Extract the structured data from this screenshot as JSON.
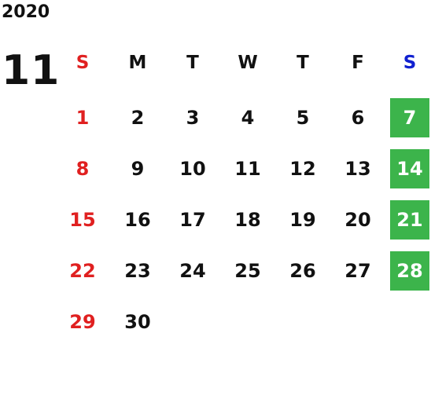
{
  "calendar": {
    "year": "2020",
    "month": "11",
    "weekdays": [
      "S",
      "M",
      "T",
      "W",
      "T",
      "F",
      "S"
    ],
    "weeks": [
      [
        "1",
        "2",
        "3",
        "4",
        "5",
        "6",
        "7"
      ],
      [
        "8",
        "9",
        "10",
        "11",
        "12",
        "13",
        "14"
      ],
      [
        "15",
        "16",
        "17",
        "18",
        "19",
        "20",
        "21"
      ],
      [
        "22",
        "23",
        "24",
        "25",
        "26",
        "27",
        "28"
      ],
      [
        "29",
        "30",
        "",
        "",
        "",
        "",
        ""
      ]
    ],
    "colors": {
      "sunday": "#e02020",
      "saturday_header": "#1020d0",
      "saturday_fill": "#3cb44b"
    }
  }
}
